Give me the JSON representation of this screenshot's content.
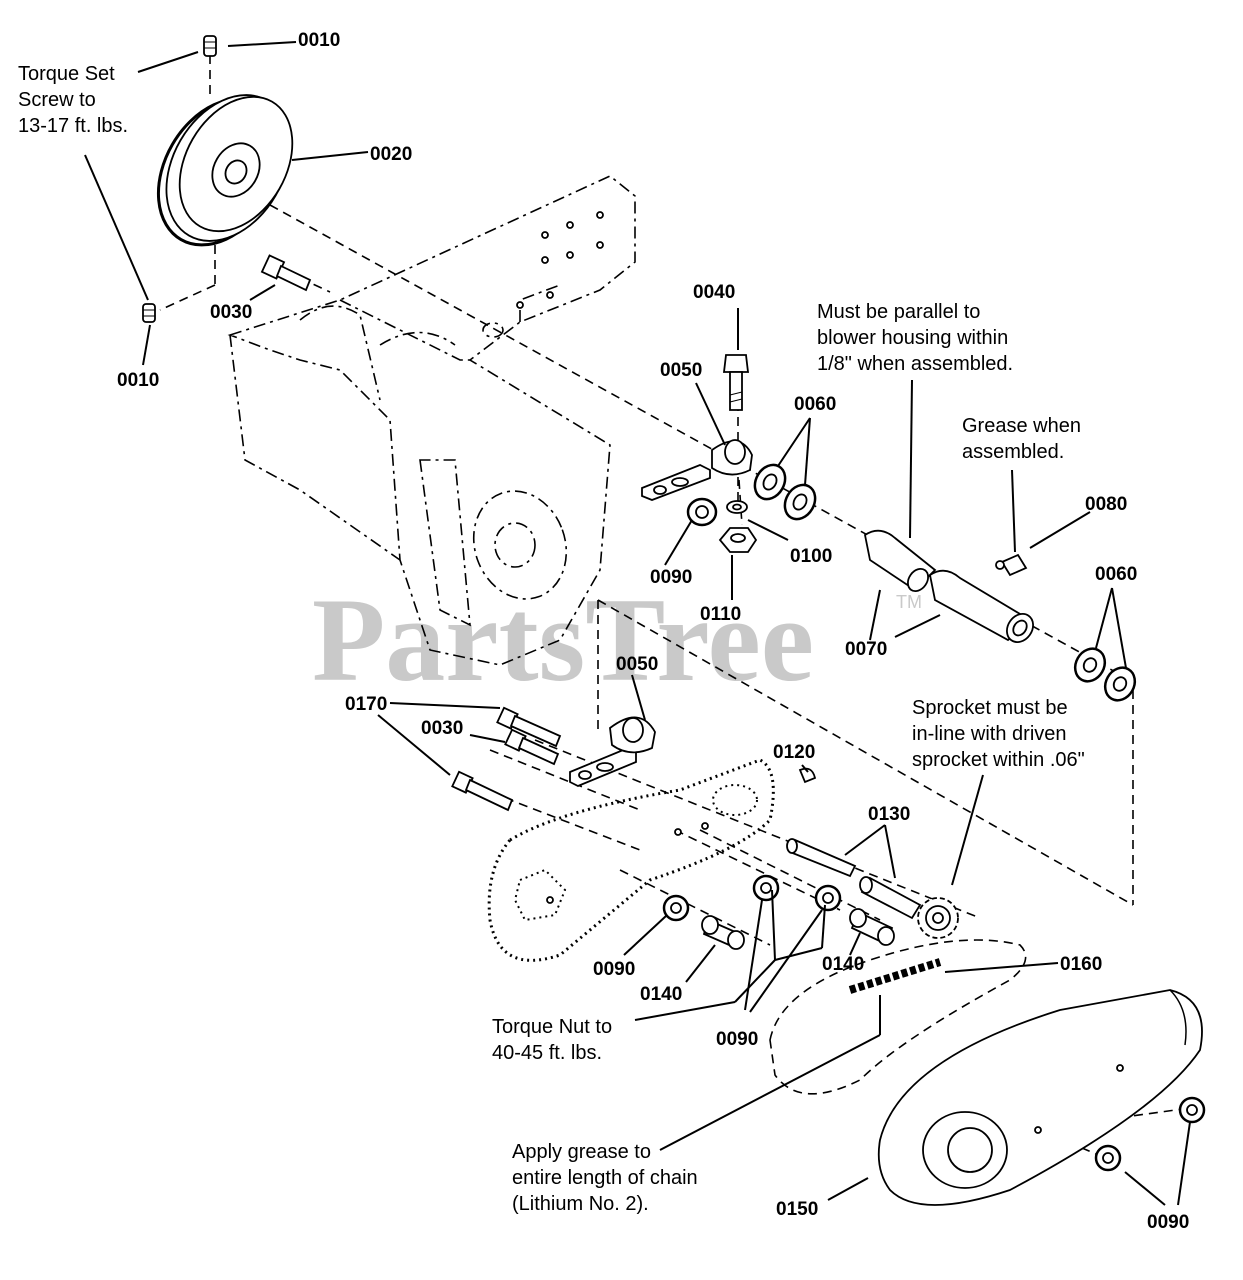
{
  "watermark": {
    "brand": "PartsTree",
    "trademark": "TM"
  },
  "callouts": [
    {
      "id": "c1",
      "text": "0010"
    },
    {
      "id": "c2",
      "text": "0020"
    },
    {
      "id": "c3",
      "text": "0030"
    },
    {
      "id": "c4",
      "text": "0010"
    },
    {
      "id": "c5",
      "text": "0040"
    },
    {
      "id": "c6",
      "text": "0050"
    },
    {
      "id": "c7",
      "text": "0060"
    },
    {
      "id": "c8",
      "text": "0090"
    },
    {
      "id": "c9",
      "text": "0100"
    },
    {
      "id": "c10",
      "text": "0110"
    },
    {
      "id": "c11",
      "text": "0070"
    },
    {
      "id": "c12",
      "text": "0080"
    },
    {
      "id": "c13",
      "text": "0060"
    },
    {
      "id": "c14",
      "text": "0050"
    },
    {
      "id": "c15",
      "text": "0170"
    },
    {
      "id": "c16",
      "text": "0030"
    },
    {
      "id": "c17",
      "text": "0120"
    },
    {
      "id": "c18",
      "text": "0130"
    },
    {
      "id": "c19",
      "text": "0090"
    },
    {
      "id": "c20",
      "text": "0140"
    },
    {
      "id": "c21",
      "text": "0140"
    },
    {
      "id": "c22",
      "text": "0160"
    },
    {
      "id": "c23",
      "text": "0090"
    },
    {
      "id": "c24",
      "text": "0150"
    },
    {
      "id": "c25",
      "text": "0090"
    }
  ],
  "notes": {
    "torque_set_screw": [
      "Torque Set",
      "Screw to",
      "13-17 ft. lbs."
    ],
    "parallel": [
      "Must be parallel to",
      "blower housing within",
      "1/8\" when assembled."
    ],
    "grease_assembled": [
      "Grease when",
      "assembled."
    ],
    "sprocket_inline": [
      "Sprocket must be",
      "in-line with driven",
      "sprocket within .06\""
    ],
    "torque_nut": [
      "Torque Nut to",
      "40-45 ft. lbs."
    ],
    "apply_grease": [
      "Apply grease to",
      "entire length of chain",
      "(Lithium No. 2)."
    ]
  },
  "colors": {
    "line": "#000000",
    "watermark": "#c9c9c9",
    "background": "#ffffff"
  }
}
